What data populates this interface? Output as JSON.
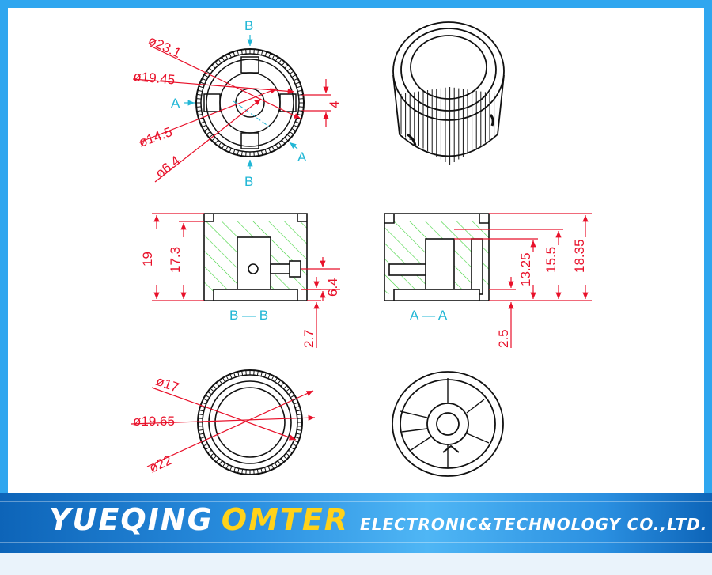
{
  "company": {
    "name_part1": "YUEQING",
    "name_part2": "OMTER",
    "name_part3": "ELECTRONIC&TECHNOLOGY CO.,LTD."
  },
  "top_view": {
    "section_b": "B",
    "section_a": "A",
    "dim_outer": "ø23.1",
    "dim_inner_ring": "ø19.45",
    "dim_cavity": "ø14.5",
    "dim_shaft": "ø6.4",
    "dim_flat": "4"
  },
  "section_bb": {
    "label": "B — B",
    "dim_height": "19",
    "dim_inner_height": "17.3",
    "dim_screw": "6.4",
    "dim_base": "2.7"
  },
  "section_aa": {
    "label": "A — A",
    "dim_height": "18.35",
    "dim_shaft_depth": "15.5",
    "dim_cavity_depth": "13.25",
    "dim_base": "2.5"
  },
  "bottom_view": {
    "dim_inner": "ø17",
    "dim_ring": "ø19.65",
    "dim_outer": "ø22"
  },
  "colors": {
    "dimension": "#e8112a",
    "section_label": "#22b7d6",
    "hatch": "#3fd23a",
    "frame": "#2fa6ef"
  }
}
